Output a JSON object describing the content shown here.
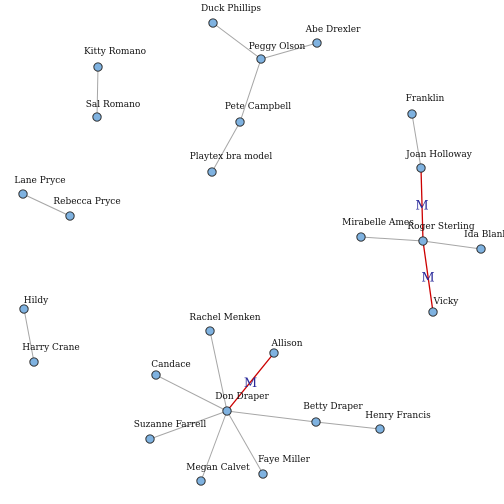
{
  "colors": {
    "node_fill": "#7fb2e0",
    "node_stroke": "#222222",
    "edge_plain": "#a6a6a6",
    "edge_marked": "#cc0000",
    "edge_label": "#2a2a9a",
    "text": "#111111"
  },
  "nodes": [
    {
      "id": "duck",
      "label": "Duck Phillips"
    },
    {
      "id": "abe",
      "label": "Abe Drexler"
    },
    {
      "id": "peggy",
      "label": "Peggy Olson"
    },
    {
      "id": "kitty",
      "label": "Kitty Romano"
    },
    {
      "id": "sal",
      "label": "Sal Romano"
    },
    {
      "id": "pete",
      "label": "Pete Campbell"
    },
    {
      "id": "playtex",
      "label": "Playtex bra model"
    },
    {
      "id": "franklin",
      "label": "Franklin"
    },
    {
      "id": "joan",
      "label": "Joan Holloway"
    },
    {
      "id": "mirabelle",
      "label": "Mirabelle Ames"
    },
    {
      "id": "roger",
      "label": "Roger Sterling"
    },
    {
      "id": "ida",
      "label": "Ida Blank"
    },
    {
      "id": "vicky",
      "label": "Vicky"
    },
    {
      "id": "lane",
      "label": "Lane Pryce"
    },
    {
      "id": "rebecca",
      "label": "Rebecca Pryce"
    },
    {
      "id": "hildy",
      "label": "Hildy"
    },
    {
      "id": "harry",
      "label": "Harry Crane"
    },
    {
      "id": "rachel",
      "label": "Rachel Menken"
    },
    {
      "id": "allison",
      "label": "Allison"
    },
    {
      "id": "candace",
      "label": "Candace"
    },
    {
      "id": "don",
      "label": "Don Draper"
    },
    {
      "id": "betty",
      "label": "Betty Draper"
    },
    {
      "id": "henry",
      "label": "Henry Francis"
    },
    {
      "id": "suzanne",
      "label": "Suzanne Farrell"
    },
    {
      "id": "megan",
      "label": "Megan Calvet"
    },
    {
      "id": "faye",
      "label": "Faye Miller"
    }
  ],
  "edges": [
    {
      "from": "duck",
      "to": "peggy",
      "marked": false,
      "label": ""
    },
    {
      "from": "abe",
      "to": "peggy",
      "marked": false,
      "label": ""
    },
    {
      "from": "peggy",
      "to": "pete",
      "marked": false,
      "label": ""
    },
    {
      "from": "pete",
      "to": "playtex",
      "marked": false,
      "label": ""
    },
    {
      "from": "kitty",
      "to": "sal",
      "marked": false,
      "label": ""
    },
    {
      "from": "franklin",
      "to": "joan",
      "marked": false,
      "label": ""
    },
    {
      "from": "joan",
      "to": "roger",
      "marked": true,
      "label": "M"
    },
    {
      "from": "mirabelle",
      "to": "roger",
      "marked": false,
      "label": ""
    },
    {
      "from": "roger",
      "to": "ida",
      "marked": false,
      "label": ""
    },
    {
      "from": "roger",
      "to": "vicky",
      "marked": true,
      "label": "M"
    },
    {
      "from": "lane",
      "to": "rebecca",
      "marked": false,
      "label": ""
    },
    {
      "from": "hildy",
      "to": "harry",
      "marked": false,
      "label": ""
    },
    {
      "from": "rachel",
      "to": "don",
      "marked": false,
      "label": ""
    },
    {
      "from": "allison",
      "to": "don",
      "marked": true,
      "label": "M"
    },
    {
      "from": "candace",
      "to": "don",
      "marked": false,
      "label": ""
    },
    {
      "from": "don",
      "to": "betty",
      "marked": false,
      "label": ""
    },
    {
      "from": "betty",
      "to": "henry",
      "marked": false,
      "label": ""
    },
    {
      "from": "don",
      "to": "suzanne",
      "marked": false,
      "label": ""
    },
    {
      "from": "don",
      "to": "megan",
      "marked": false,
      "label": ""
    },
    {
      "from": "don",
      "to": "faye",
      "marked": false,
      "label": ""
    }
  ]
}
